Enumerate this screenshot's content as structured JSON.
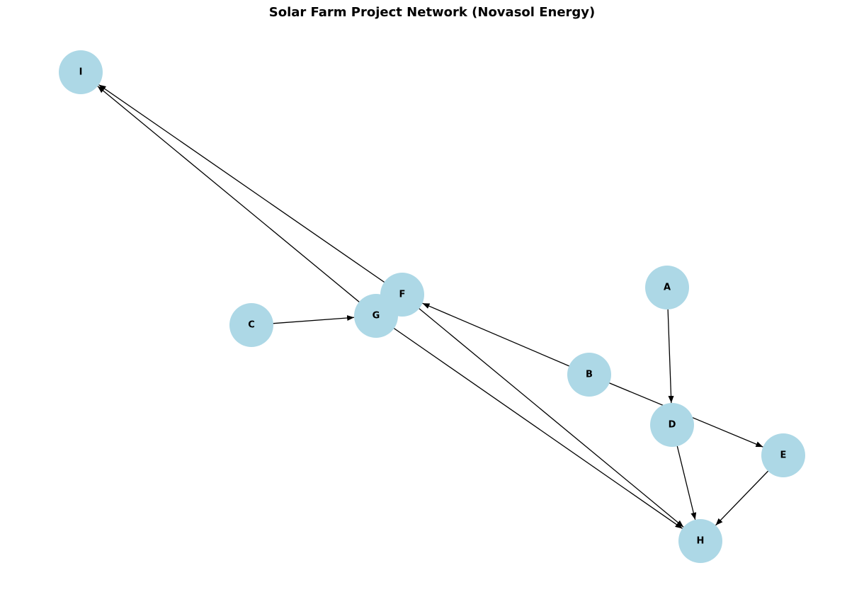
{
  "title": "Solar Farm Project Network (Novasol Energy)",
  "colors": {
    "node_fill": "#add8e6",
    "edge": "#000000",
    "label": "#000000"
  },
  "nodes": [
    {
      "id": "I",
      "label": "I"
    },
    {
      "id": "F",
      "label": "F"
    },
    {
      "id": "G",
      "label": "G"
    },
    {
      "id": "C",
      "label": "C"
    },
    {
      "id": "A",
      "label": "A"
    },
    {
      "id": "B",
      "label": "B"
    },
    {
      "id": "D",
      "label": "D"
    },
    {
      "id": "E",
      "label": "E"
    },
    {
      "id": "H",
      "label": "H"
    }
  ],
  "edges": [
    {
      "from": "A",
      "to": "D"
    },
    {
      "from": "B",
      "to": "F"
    },
    {
      "from": "B",
      "to": "E"
    },
    {
      "from": "C",
      "to": "G"
    },
    {
      "from": "D",
      "to": "H"
    },
    {
      "from": "E",
      "to": "H"
    },
    {
      "from": "F",
      "to": "I"
    },
    {
      "from": "F",
      "to": "H"
    },
    {
      "from": "G",
      "to": "I"
    },
    {
      "from": "G",
      "to": "H"
    }
  ]
}
